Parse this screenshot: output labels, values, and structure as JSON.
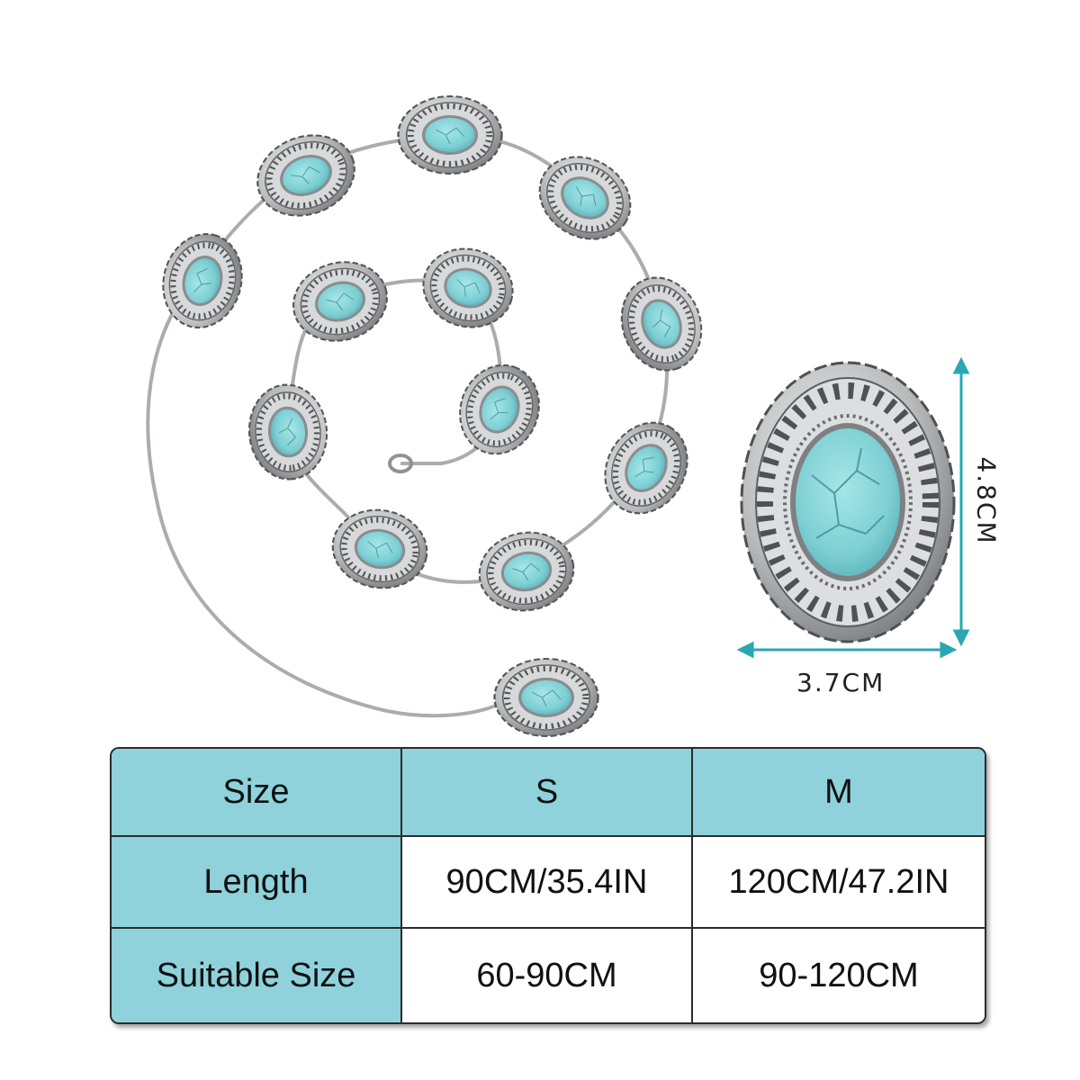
{
  "dimensions": {
    "width": "3.7CM",
    "height": "4.8CM"
  },
  "size_table": {
    "header": [
      "Size",
      "S",
      "M"
    ],
    "rows": [
      [
        "Length",
        "90CM/35.4IN",
        "120CM/47.2IN"
      ],
      [
        "Suitable Size",
        "60-90CM",
        "90-120CM"
      ]
    ]
  },
  "colors": {
    "table_header_bg": "#8fd2dc",
    "turquoise": "#7fd3d6",
    "silver": "#b9bcbf",
    "arrow": "#2aa7b3"
  }
}
